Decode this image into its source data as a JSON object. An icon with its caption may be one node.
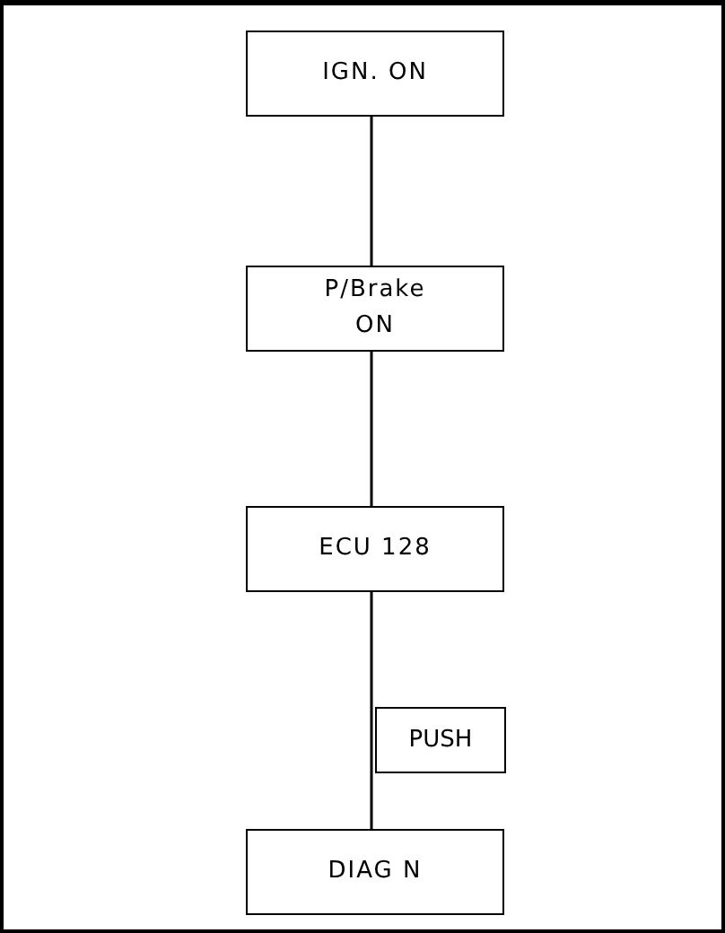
{
  "diagram": {
    "nodes": [
      {
        "text": [
          "IGN. ON"
        ]
      },
      {
        "text": [
          "P/Brake ON"
        ]
      },
      {
        "text": [
          "ECU 128"
        ]
      },
      {
        "text": [
          "DIAG N"
        ]
      }
    ],
    "edges": [
      {
        "from": 0,
        "to": 1,
        "arrow": "none"
      },
      {
        "from": 1,
        "to": 2,
        "arrow": "none"
      },
      {
        "from": 2,
        "to": 3,
        "arrow": "none",
        "label": "PUSH"
      }
    ]
  }
}
